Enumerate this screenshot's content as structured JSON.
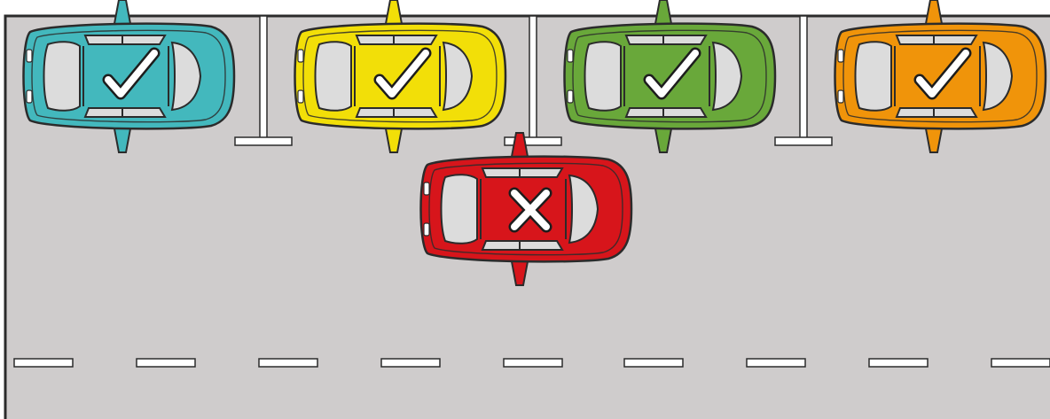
{
  "colors": {
    "asphalt": "#cfcccc",
    "border": "#2b2b2b",
    "marking": "#ffffff",
    "glass": "#dcdcdc"
  },
  "cars": [
    {
      "id": "teal",
      "color": "#43b8bd",
      "status": "allowed",
      "mark": "check-icon"
    },
    {
      "id": "yellow",
      "color": "#f2df08",
      "status": "allowed",
      "mark": "check-icon"
    },
    {
      "id": "green",
      "color": "#69a83a",
      "status": "allowed",
      "mark": "check-icon"
    },
    {
      "id": "orange",
      "color": "#f0940a",
      "status": "allowed",
      "mark": "check-icon"
    },
    {
      "id": "red",
      "color": "#d7151b",
      "status": "not-allowed",
      "mark": "cross-icon"
    }
  ]
}
